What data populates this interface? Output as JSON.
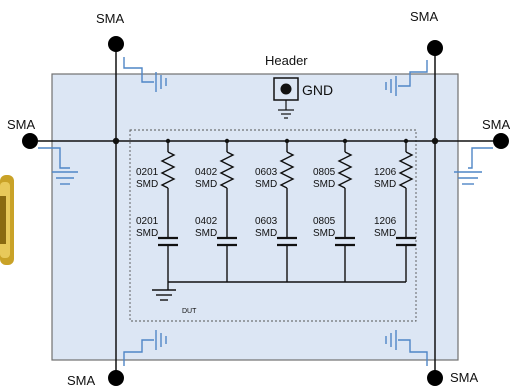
{
  "colors": {
    "board_fill": "#dce6f4",
    "board_stroke": "#707070",
    "wire": "#111111",
    "blue_wire": "#4f86c6",
    "connector_body": "#b8860b"
  },
  "labels": {
    "sma_top_left": "SMA",
    "sma_top_right": "SMA",
    "sma_left": "SMA",
    "sma_right": "SMA",
    "sma_bottom_left": "SMA",
    "sma_bottom_right": "SMA",
    "header": "Header",
    "gnd": "GND",
    "dut": "DUT"
  },
  "components": [
    {
      "resistor_line1": "0201",
      "resistor_line2": "SMD",
      "capacitor_line1": "0201",
      "capacitor_line2": "SMD"
    },
    {
      "resistor_line1": "0402",
      "resistor_line2": "SMD",
      "capacitor_line1": "0402",
      "capacitor_line2": "SMD"
    },
    {
      "resistor_line1": "0603",
      "resistor_line2": "SMD",
      "capacitor_line1": "0603",
      "capacitor_line2": "SMD"
    },
    {
      "resistor_line1": "0805",
      "resistor_line2": "SMD",
      "capacitor_line1": "0805",
      "capacitor_line2": "SMD"
    },
    {
      "resistor_line1": "1206",
      "resistor_line2": "SMD",
      "capacitor_line1": "1206",
      "capacitor_line2": "SMD"
    }
  ]
}
